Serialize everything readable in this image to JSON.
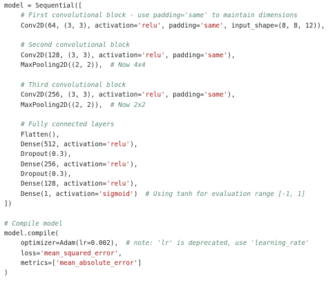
{
  "code": {
    "lines": [
      {
        "segments": [
          [
            "p",
            "model = Sequential(["
          ]
        ]
      },
      {
        "indent": 1,
        "segments": [
          [
            "c",
            "# First convolutional block - use padding='same' to maintain dimensions"
          ]
        ]
      },
      {
        "indent": 1,
        "segments": [
          [
            "p",
            "Conv2D(64, (3, 3), activation="
          ],
          [
            "s",
            "'relu'"
          ],
          [
            "p",
            ", padding="
          ],
          [
            "s",
            "'same'"
          ],
          [
            "p",
            ", input_shape=(8, 8, 12)),"
          ]
        ]
      },
      {
        "segments": []
      },
      {
        "indent": 1,
        "segments": [
          [
            "c",
            "# Second convolutional block"
          ]
        ]
      },
      {
        "indent": 1,
        "segments": [
          [
            "p",
            "Conv2D(128, (3, 3), activation="
          ],
          [
            "s",
            "'relu'"
          ],
          [
            "p",
            ", padding="
          ],
          [
            "s",
            "'same'"
          ],
          [
            "p",
            "),"
          ]
        ]
      },
      {
        "indent": 1,
        "segments": [
          [
            "p",
            "MaxPooling2D((2, 2)),  "
          ],
          [
            "c",
            "# Now 4x4"
          ]
        ]
      },
      {
        "segments": []
      },
      {
        "indent": 1,
        "segments": [
          [
            "c",
            "# Third convolutional block"
          ]
        ]
      },
      {
        "indent": 1,
        "segments": [
          [
            "p",
            "Conv2D(256, (3, 3), activation="
          ],
          [
            "s",
            "'relu'"
          ],
          [
            "p",
            ", padding="
          ],
          [
            "s",
            "'same'"
          ],
          [
            "p",
            "),"
          ]
        ]
      },
      {
        "indent": 1,
        "segments": [
          [
            "p",
            "MaxPooling2D((2, 2)),  "
          ],
          [
            "c",
            "# Now 2x2"
          ]
        ]
      },
      {
        "segments": []
      },
      {
        "indent": 1,
        "segments": [
          [
            "c",
            "# Fully connected layers"
          ]
        ]
      },
      {
        "indent": 1,
        "segments": [
          [
            "p",
            "Flatten(),"
          ]
        ]
      },
      {
        "indent": 1,
        "segments": [
          [
            "p",
            "Dense(512, activation="
          ],
          [
            "s",
            "'relu'"
          ],
          [
            "p",
            "),"
          ]
        ]
      },
      {
        "indent": 1,
        "segments": [
          [
            "p",
            "Dropout(0.3),"
          ]
        ]
      },
      {
        "indent": 1,
        "segments": [
          [
            "p",
            "Dense(256, activation="
          ],
          [
            "s",
            "'relu'"
          ],
          [
            "p",
            "),"
          ]
        ]
      },
      {
        "indent": 1,
        "segments": [
          [
            "p",
            "Dropout(0.3),"
          ]
        ]
      },
      {
        "indent": 1,
        "segments": [
          [
            "p",
            "Dense(128, activation="
          ],
          [
            "s",
            "'relu'"
          ],
          [
            "p",
            "),"
          ]
        ]
      },
      {
        "indent": 1,
        "segments": [
          [
            "p",
            "Dense(1, activation="
          ],
          [
            "s",
            "'sigmoid'"
          ],
          [
            "p",
            ")  "
          ],
          [
            "c",
            "# Using tanh for evaluation range [-1, 1]"
          ]
        ]
      },
      {
        "segments": [
          [
            "p",
            "])"
          ]
        ]
      },
      {
        "segments": []
      },
      {
        "segments": [
          [
            "c",
            "# Compile model"
          ]
        ]
      },
      {
        "segments": [
          [
            "p",
            "model.compile("
          ]
        ]
      },
      {
        "indent": 1,
        "segments": [
          [
            "p",
            "optimizer=Adam(lr=0.002),  "
          ],
          [
            "c",
            "# note: 'lr' is deprecated, use 'learning_rate'"
          ]
        ]
      },
      {
        "indent": 1,
        "segments": [
          [
            "p",
            "loss="
          ],
          [
            "s",
            "'mean_squared_error'"
          ],
          [
            "p",
            ","
          ]
        ]
      },
      {
        "indent": 1,
        "segments": [
          [
            "p",
            "metrics=["
          ],
          [
            "s",
            "'mean_absolute_error'"
          ],
          [
            "p",
            "]"
          ]
        ]
      },
      {
        "segments": [
          [
            "p",
            ")"
          ]
        ]
      }
    ]
  },
  "colors": {
    "background": "#ffffff",
    "text": "#1f1f1f",
    "string": "#a31515",
    "comment": "#5b8a72"
  }
}
